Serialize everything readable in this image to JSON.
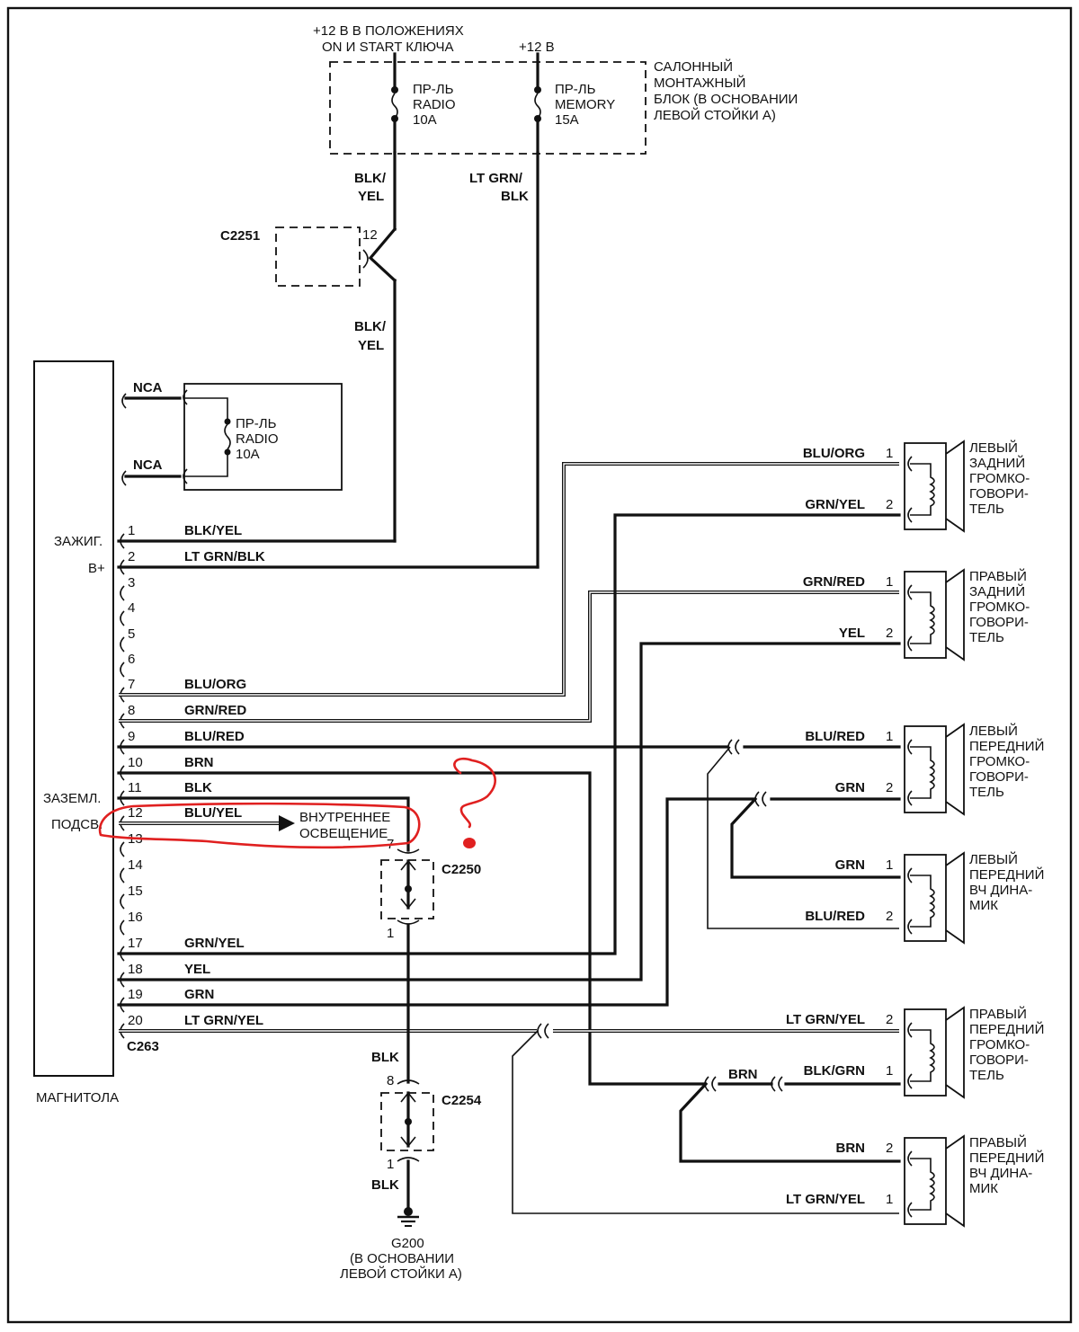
{
  "supply": {
    "ign_line1": "+12 В В ПОЛОЖЕНИЯХ",
    "ign_line2": "ON  И START КЛЮЧА",
    "batt": "+12 В"
  },
  "fusebox": {
    "line1": "САЛОННЫЙ",
    "line2": "МОНТАЖНЫЙ",
    "line3": "БЛОК (В ОСНОВАНИИ",
    "line4": "ЛЕВОЙ СТОЙКИ  А)",
    "fuse_radio": [
      "ПР-ЛЬ",
      "RADIO",
      "10А"
    ],
    "fuse_memory": [
      "ПР-ЛЬ",
      "MEMORY",
      "15А"
    ]
  },
  "wires_top": {
    "blk_yel_a": [
      "BLK/",
      "YEL"
    ],
    "lt_grn_blk": [
      "LT GRN/",
      "BLK"
    ],
    "blk_yel_b": [
      "BLK/",
      "YEL"
    ]
  },
  "c2251": {
    "label": "C2251",
    "pin": "12"
  },
  "inner_fuse": {
    "nca1": "NCA",
    "nca2": "NCA",
    "lines": [
      "ПР-ЛЬ",
      "RADIO",
      "10А"
    ]
  },
  "radio": {
    "label": "МАГНИТОЛА",
    "connector": "C263",
    "side_ign": "ЗАЖИГ.",
    "side_bplus": "В+",
    "side_gnd": "ЗАЗЕМЛ.",
    "side_ill": "ПОДСВ.",
    "pins": [
      {
        "n": "1",
        "w": "BLK/YEL"
      },
      {
        "n": "2",
        "w": "LT GRN/BLK"
      },
      {
        "n": "3",
        "w": ""
      },
      {
        "n": "4",
        "w": ""
      },
      {
        "n": "5",
        "w": ""
      },
      {
        "n": "6",
        "w": ""
      },
      {
        "n": "7",
        "w": "BLU/ORG"
      },
      {
        "n": "8",
        "w": "GRN/RED"
      },
      {
        "n": "9",
        "w": "BLU/RED"
      },
      {
        "n": "10",
        "w": "BRN"
      },
      {
        "n": "11",
        "w": "BLK"
      },
      {
        "n": "12",
        "w": "BLU/YEL"
      },
      {
        "n": "13",
        "w": ""
      },
      {
        "n": "14",
        "w": ""
      },
      {
        "n": "15",
        "w": ""
      },
      {
        "n": "16",
        "w": ""
      },
      {
        "n": "17",
        "w": "GRN/YEL"
      },
      {
        "n": "18",
        "w": "YEL"
      },
      {
        "n": "19",
        "w": "GRN"
      },
      {
        "n": "20",
        "w": "LT GRN/YEL"
      }
    ]
  },
  "interior_light": [
    "ВНУТРЕННЕЕ",
    "ОСВЕЩЕНИЕ"
  ],
  "c2250": {
    "label": "C2250",
    "pin_top": "7",
    "pin_bot": "1"
  },
  "c2254": {
    "label": "C2254",
    "pin_top": "8",
    "pin_bot": "1",
    "wire_top": "BLK",
    "wire_bot": "BLK"
  },
  "ground": {
    "label": "G200",
    "line2": "(В ОСНОВАНИИ",
    "line3": "ЛЕВОЙ СТОЙКИ  А)"
  },
  "speakers": [
    {
      "name": [
        "ЛЕВЫЙ",
        "ЗАДНИЙ",
        "ГРОМКО-",
        "ГОВОРИ-",
        "ТЕЛЬ"
      ],
      "w1": "BLU/ORG",
      "p1": "1",
      "w2": "GRN/YEL",
      "p2": "2"
    },
    {
      "name": [
        "ПРАВЫЙ",
        "ЗАДНИЙ",
        "ГРОМКО-",
        "ГОВОРИ-",
        "ТЕЛЬ"
      ],
      "w1": "GRN/RED",
      "p1": "1",
      "w2": "YEL",
      "p2": "2"
    },
    {
      "name": [
        "ЛЕВЫЙ",
        "ПЕРЕДНИЙ",
        "ГРОМКО-",
        "ГОВОРИ-",
        "ТЕЛЬ"
      ],
      "w1": "BLU/RED",
      "p1": "1",
      "w2": "GRN",
      "p2": "2"
    },
    {
      "name": [
        "ЛЕВЫЙ",
        "ПЕРЕДНИЙ",
        "ВЧ ДИНА-",
        "МИК"
      ],
      "w1": "GRN",
      "p1": "1",
      "w2": "BLU/RED",
      "p2": "2"
    },
    {
      "name": [
        "ПРАВЫЙ",
        "ПЕРЕДНИЙ",
        "ГРОМКО-",
        "ГОВОРИ-",
        "ТЕЛЬ"
      ],
      "w1": "LT GRN/YEL",
      "p1": "2",
      "w2": "BLK/GRN",
      "p2": "1"
    },
    {
      "name": [
        "ПРАВЫЙ",
        "ПЕРЕДНИЙ",
        "ВЧ ДИНА-",
        "МИК"
      ],
      "w1": "BRN",
      "p1": "2",
      "w2": "LT GRN/YEL",
      "p2": "1"
    }
  ],
  "splice_brn": "BRN"
}
